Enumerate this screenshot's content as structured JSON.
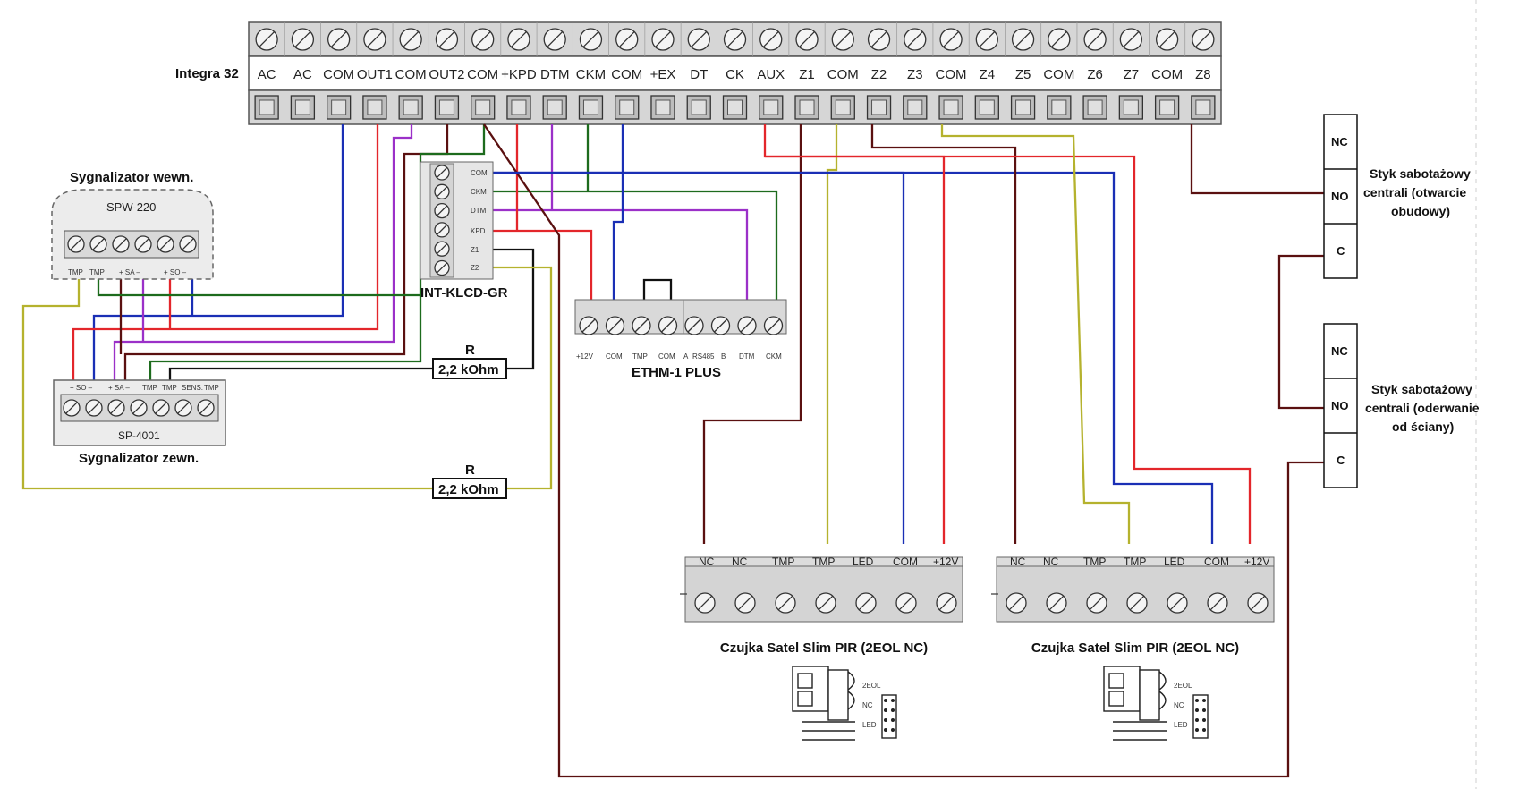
{
  "panel": {
    "title": "Integra 32",
    "terminals": [
      "AC",
      "AC",
      "COM",
      "OUT1",
      "COM",
      "OUT2",
      "COM",
      "+KPD",
      "DTM",
      "CKM",
      "COM",
      "+EX",
      "DT",
      "CK",
      "AUX",
      "Z1",
      "COM",
      "Z2",
      "Z3",
      "COM",
      "Z4",
      "Z5",
      "COM",
      "Z6",
      "Z7",
      "COM",
      "Z8"
    ]
  },
  "devices": {
    "spw": {
      "caption": "Sygnalizator wewn.",
      "model": "SPW-220",
      "pins": [
        "TMP",
        "TMP",
        "+ SA –",
        "+ SO –"
      ]
    },
    "sp": {
      "caption": "Sygnalizator zewn.",
      "model": "SP-4001",
      "pins": [
        "+ SO –",
        "+ SA –",
        "TMP",
        "TMP",
        "SENS.",
        "TMP"
      ]
    },
    "klcd": {
      "caption": "INT-KLCD-GR",
      "pins": [
        "COM",
        "CKM",
        "DTM",
        "KPD",
        "Z1",
        "Z2"
      ]
    },
    "ethm": {
      "caption": "ETHM-1 PLUS",
      "pins": [
        "+12V",
        "COM",
        "TMP",
        "COM",
        "A",
        "RS485",
        "B",
        "DTM",
        "CKM"
      ]
    },
    "pir1": {
      "caption": "Czujka Satel Slim PIR (2EOL NC)",
      "pins": [
        "NC",
        "NC",
        "TMP",
        "TMP",
        "LED",
        "COM",
        "+12V"
      ],
      "jumper": [
        "2EOL",
        "NC",
        "LED"
      ]
    },
    "pir2": {
      "caption": "Czujka Satel Slim PIR (2EOL NC)",
      "pins": [
        "NC",
        "NC",
        "TMP",
        "TMP",
        "LED",
        "COM",
        "+12V"
      ],
      "jumper": [
        "2EOL",
        "NC",
        "LED"
      ]
    },
    "resistor1": {
      "letter": "R",
      "value": "2,2 kOhm"
    },
    "resistor2": {
      "letter": "R",
      "value": "2,2 kOhm"
    }
  },
  "tamper": {
    "top": {
      "contacts": [
        "NC",
        "NO",
        "C"
      ],
      "label": [
        "Styk sabotażowy",
        "centrali (otwarcie",
        "obudowy)"
      ]
    },
    "bottom": {
      "contacts": [
        "NC",
        "NO",
        "C"
      ],
      "label": [
        "Styk sabotażowy",
        "centrali (oderwanie",
        "od ściany)"
      ]
    }
  },
  "colors": {
    "blue": "#1a2fb5",
    "red": "#e3262b",
    "purple": "#9b30c8",
    "green": "#1d6b1d",
    "darkred": "#5a1010",
    "olive": "#b5b22e",
    "black": "#111111"
  }
}
